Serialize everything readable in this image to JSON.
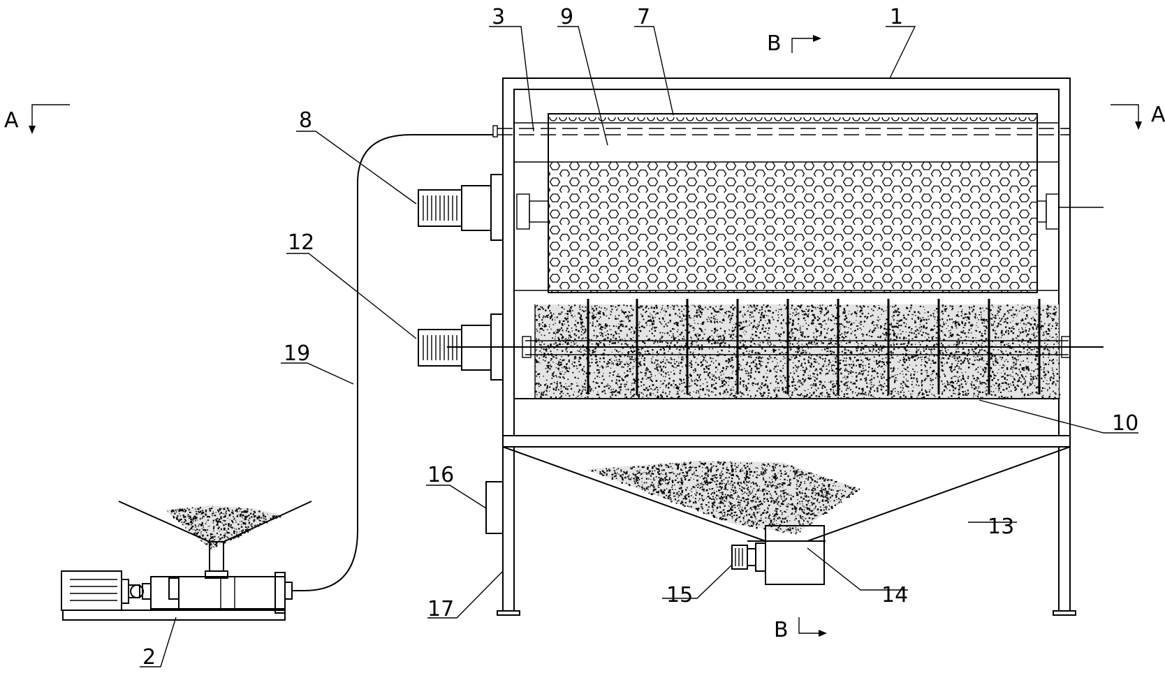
{
  "labels": {
    "l1": "1",
    "l2": "2",
    "l3": "3",
    "l7": "7",
    "l8": "8",
    "l9": "9",
    "l10": "10",
    "l12": "12",
    "l13": "13",
    "l14": "14",
    "l15": "15",
    "l16": "16",
    "l17": "17",
    "l19": "19"
  },
  "section_marks": {
    "a_left": "A",
    "a_right": "A",
    "b_top": "B",
    "b_bottom": "B"
  }
}
